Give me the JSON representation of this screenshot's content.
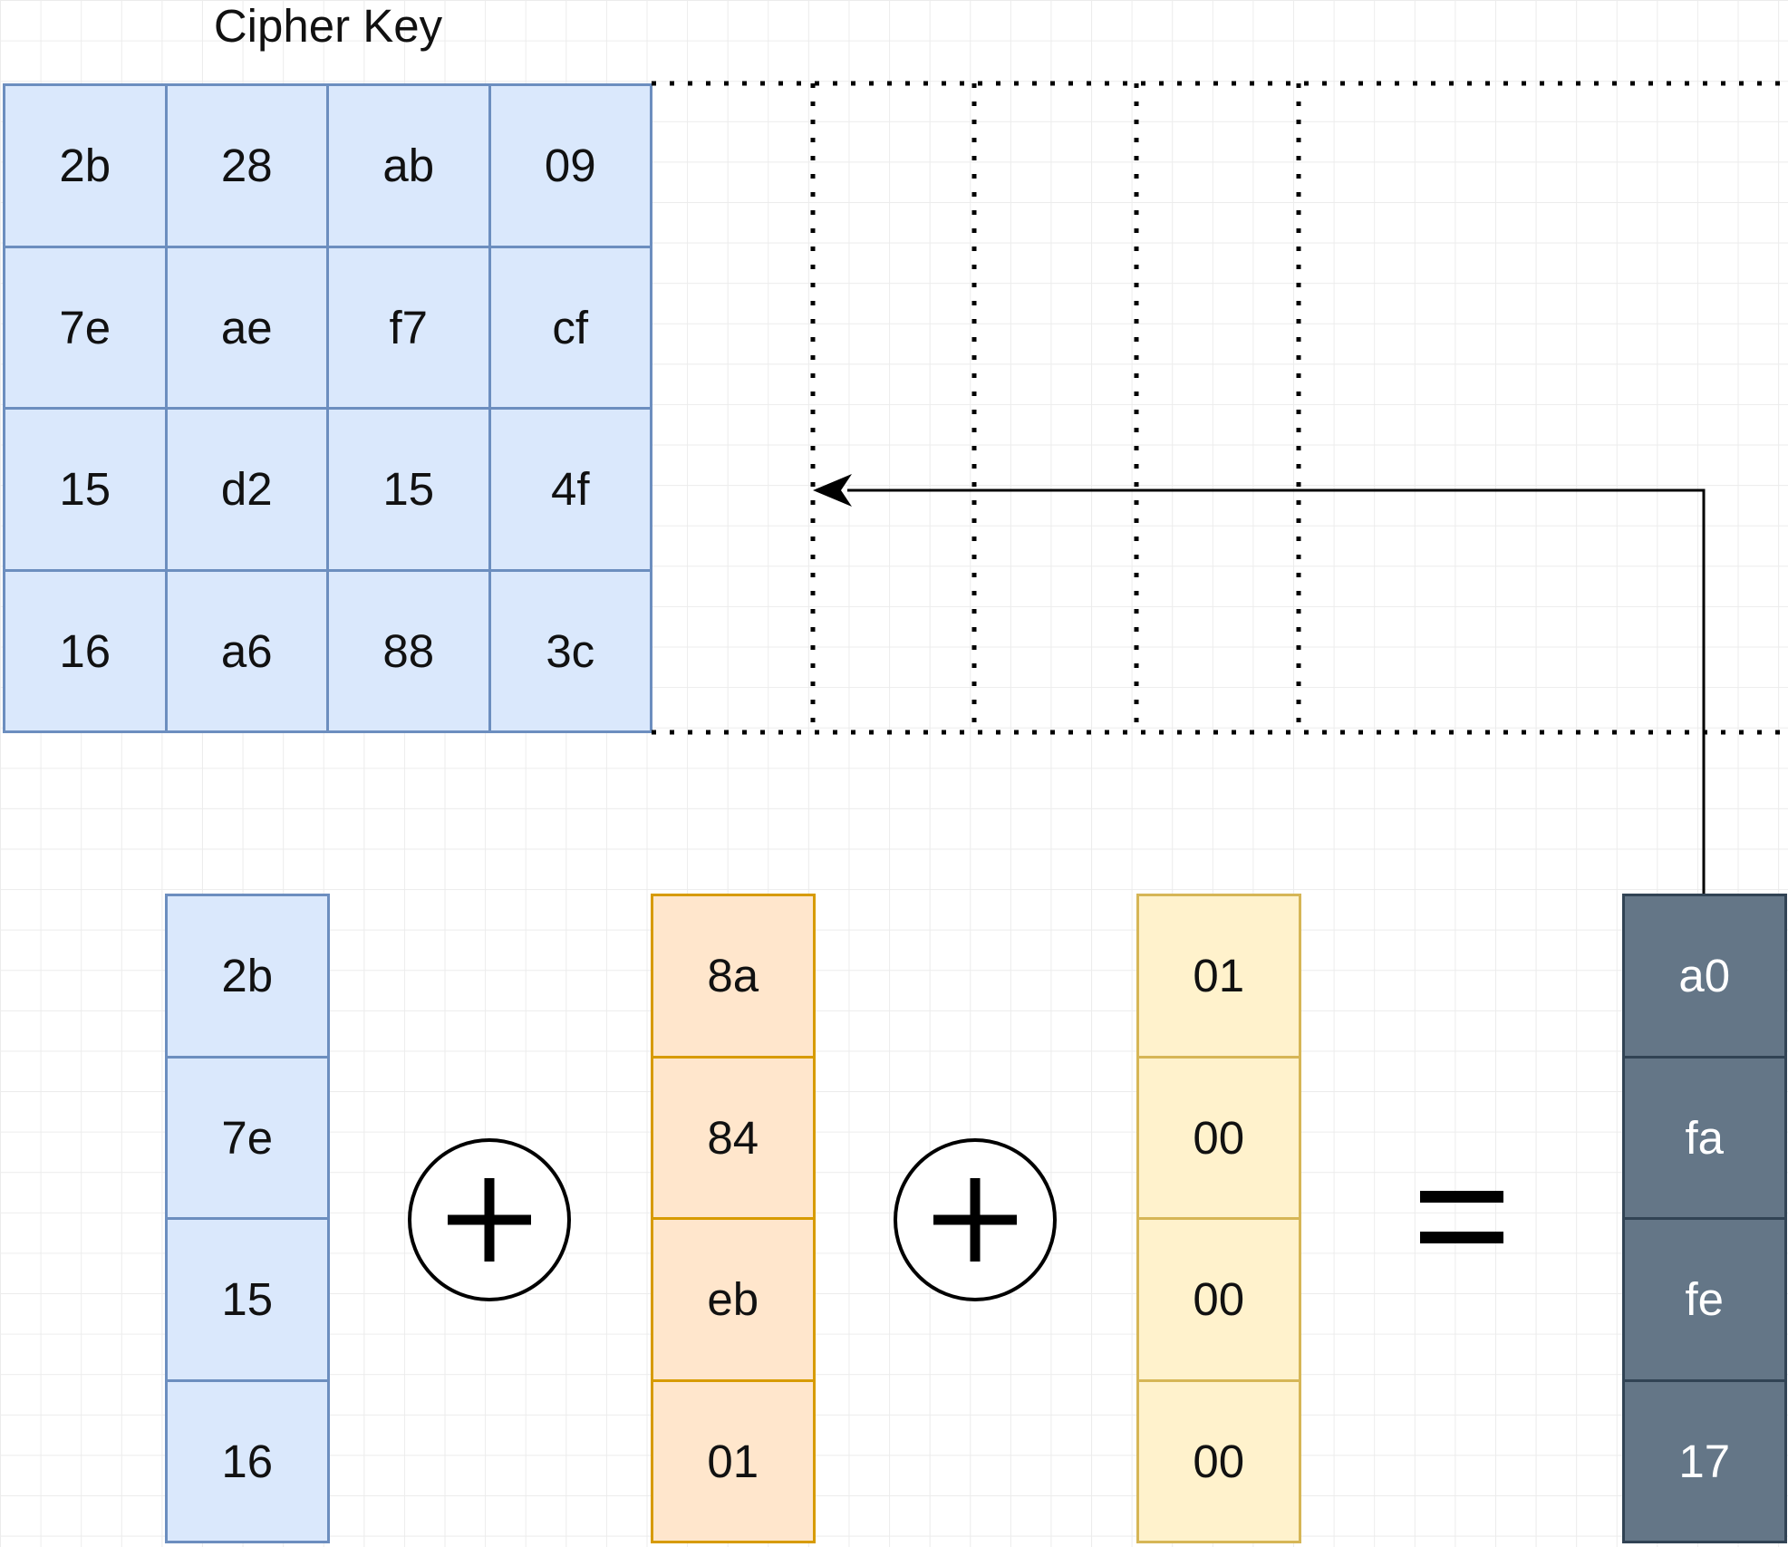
{
  "title": "Cipher Key",
  "cipher_key": [
    [
      "2b",
      "28",
      "ab",
      "09"
    ],
    [
      "7e",
      "ae",
      "f7",
      "cf"
    ],
    [
      "15",
      "d2",
      "15",
      "4f"
    ],
    [
      "16",
      "a6",
      "88",
      "3c"
    ]
  ],
  "columns": {
    "key_column": [
      "2b",
      "7e",
      "15",
      "16"
    ],
    "subword_column": [
      "8a",
      "84",
      "eb",
      "01"
    ],
    "rcon_column": [
      "01",
      "00",
      "00",
      "00"
    ],
    "result_column": [
      "a0",
      "fa",
      "fe",
      "17"
    ]
  },
  "colors": {
    "blue_fill": "#dae8fc",
    "blue_stroke": "#6c8ebf",
    "orange_fill": "#ffe6cc",
    "orange_stroke": "#d79b00",
    "yellow_fill": "#fff2cc",
    "yellow_stroke": "#d6b656",
    "dark_fill": "#647687",
    "dark_stroke": "#314354"
  },
  "icons": {
    "operator_1": "xor-icon",
    "operator_2": "xor-icon",
    "operator_3": "equals-icon"
  }
}
